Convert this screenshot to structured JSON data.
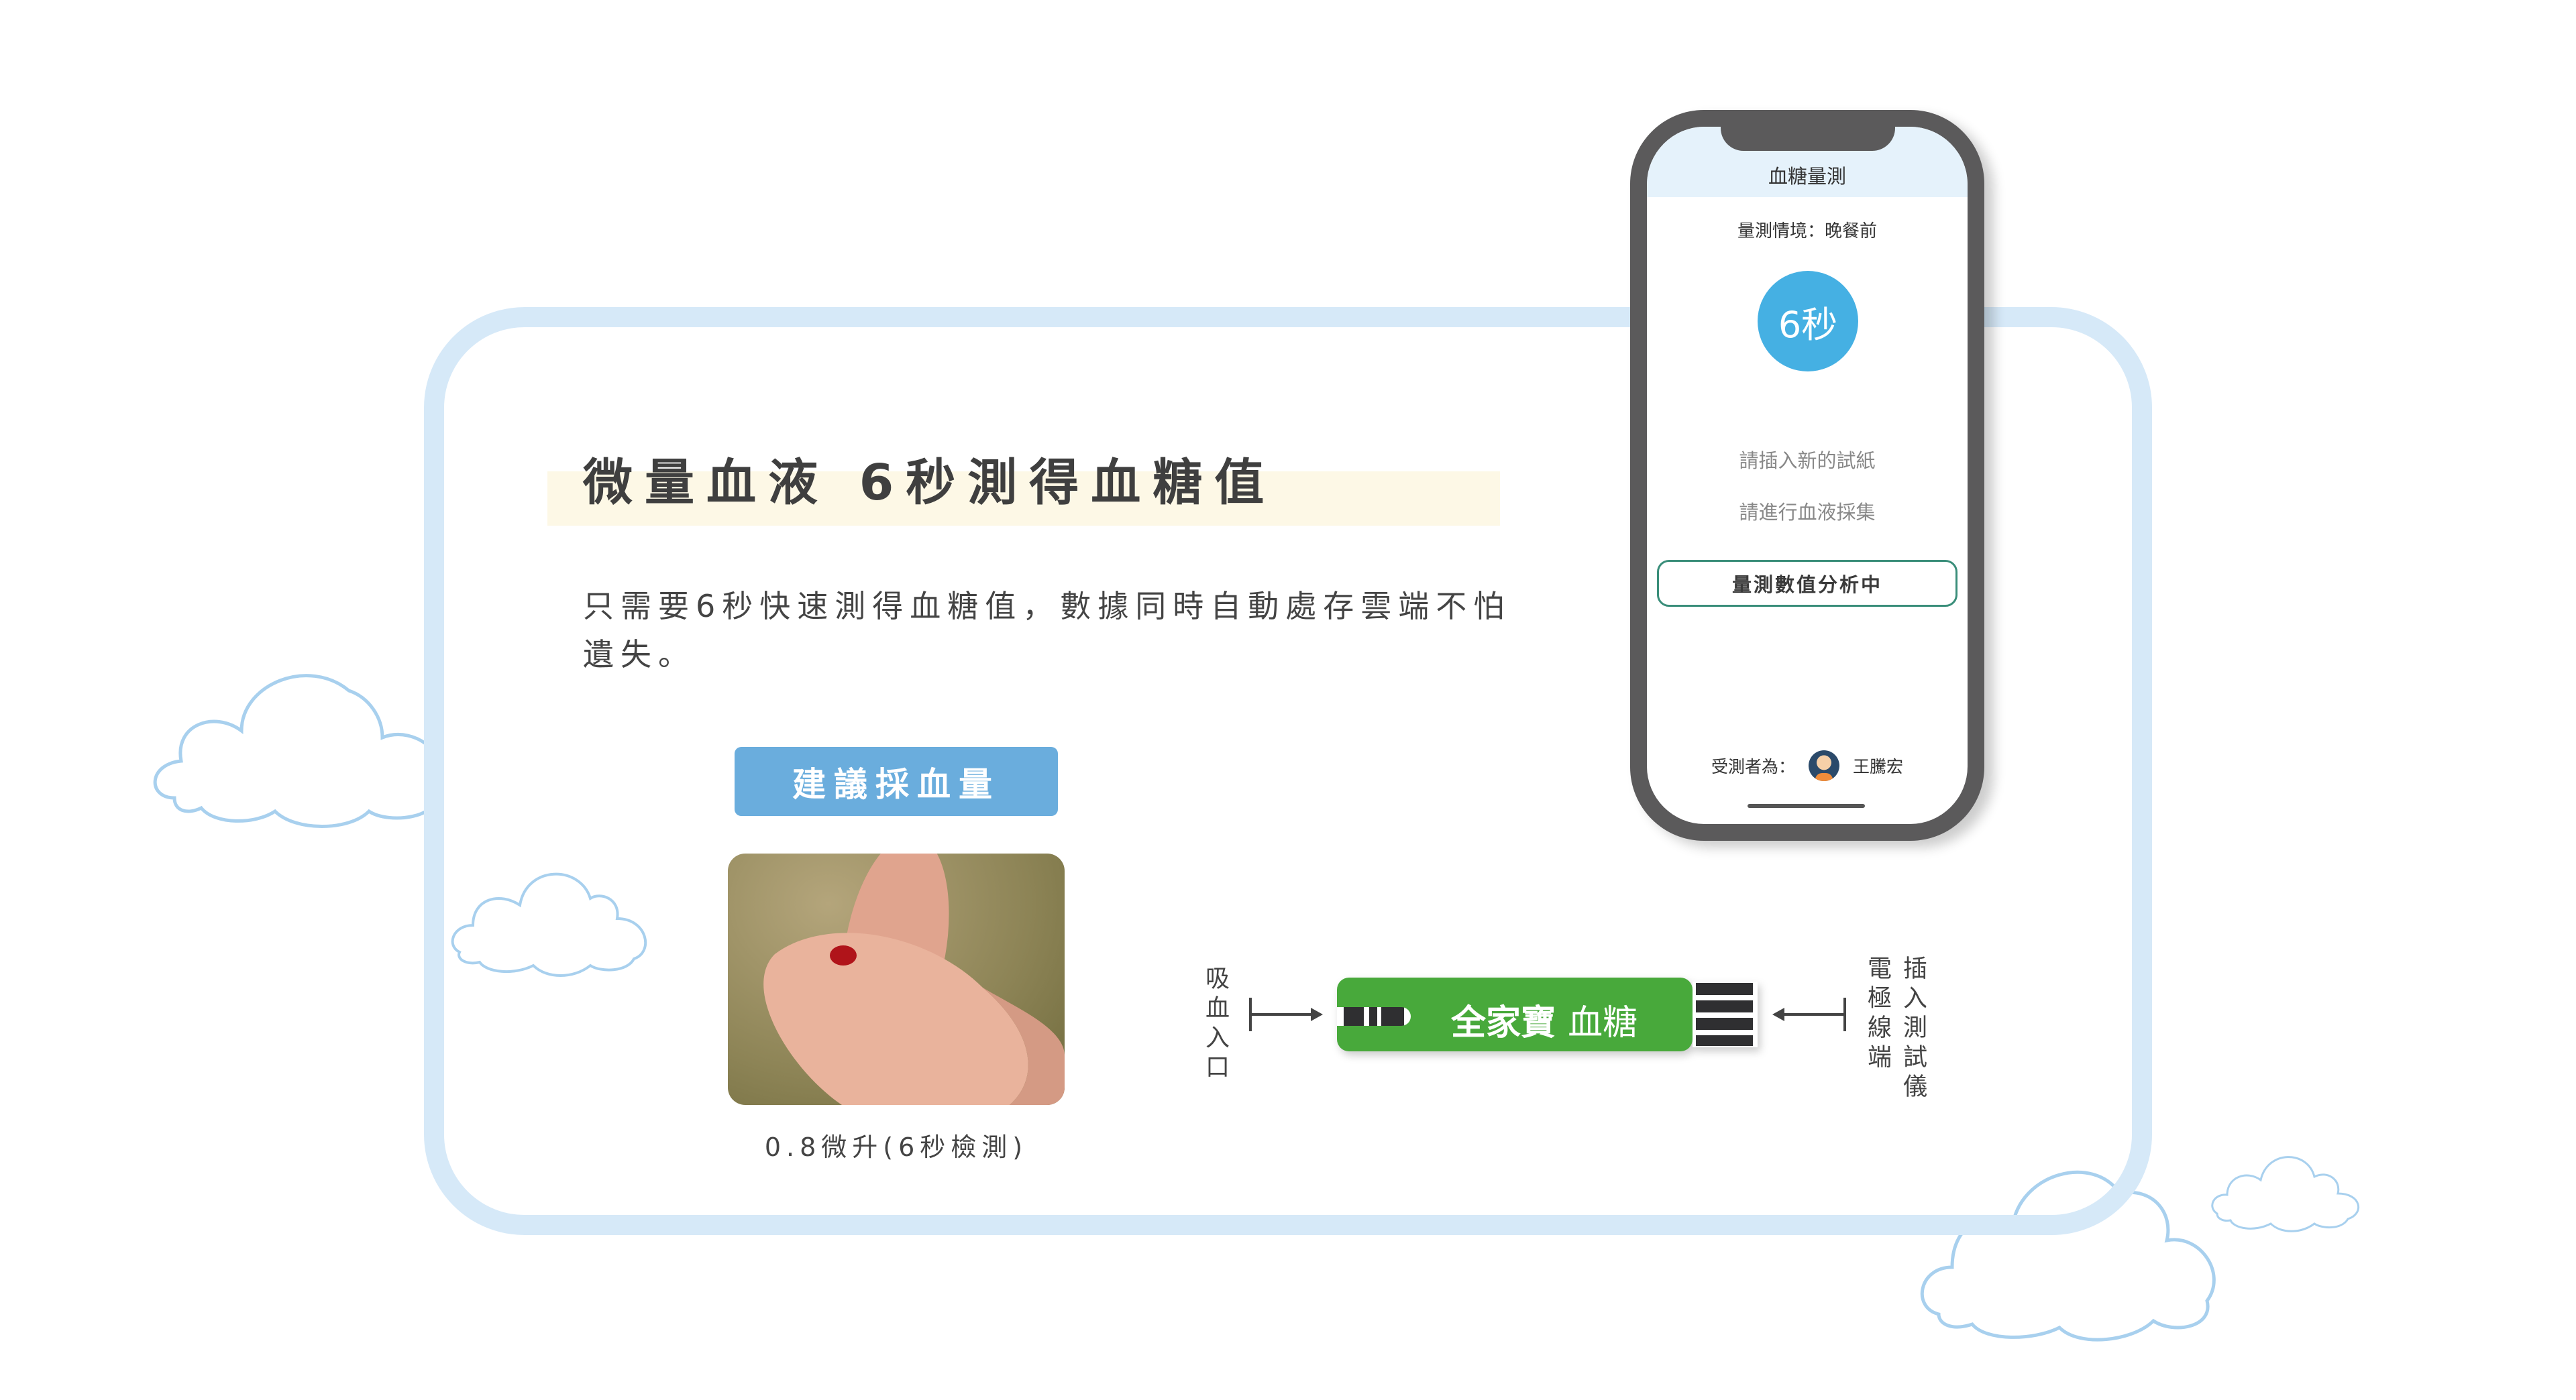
{
  "headline": "微量血液 6秒測得血糖值",
  "description": "只需要6秒快速測得血糖值，數據同時自動處存雲端不怕遺失。",
  "advice_button": "建議採血量",
  "photo_caption": "0.8微升(6秒檢測)",
  "strip": {
    "brand": "全家寶",
    "product": "血糖",
    "left_label": "吸血入口",
    "right_label_1": "插入測試儀",
    "right_label_2": "電極線端"
  },
  "phone": {
    "header": "血糖量測",
    "context": "量測情境：晚餐前",
    "timer": "6秒",
    "step1": "請插入新的試紙",
    "step2": "請進行血液採集",
    "step3": "量測數值分析中",
    "subject_label": "受測者為：",
    "subject_name": "王騰宏"
  },
  "colors": {
    "frame": "#d6e9f8",
    "button": "#6aaddd",
    "timer": "#45b0e3",
    "strip": "#48a93b"
  }
}
